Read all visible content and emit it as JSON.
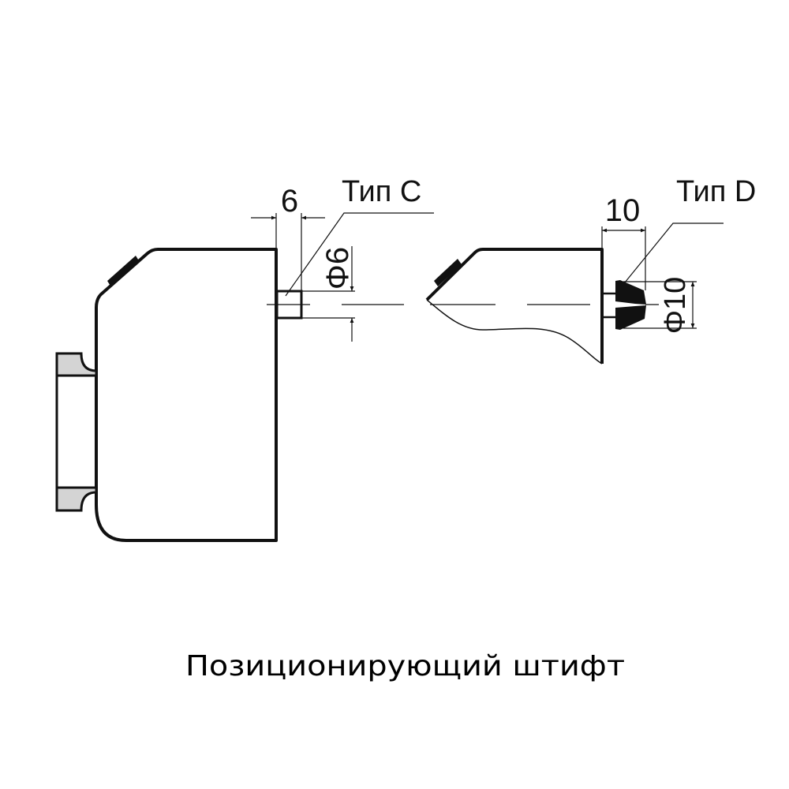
{
  "labels": {
    "type_c": "Тип C",
    "type_d": "Тип D",
    "dim_c_length": "6",
    "dim_c_diameter": "Φ6",
    "dim_d_length": "10",
    "dim_d_diameter": "Φ10"
  },
  "caption": "Позиционирующий штифт",
  "colors": {
    "line": "#111111",
    "clip_fill": "#d4d4d4"
  }
}
